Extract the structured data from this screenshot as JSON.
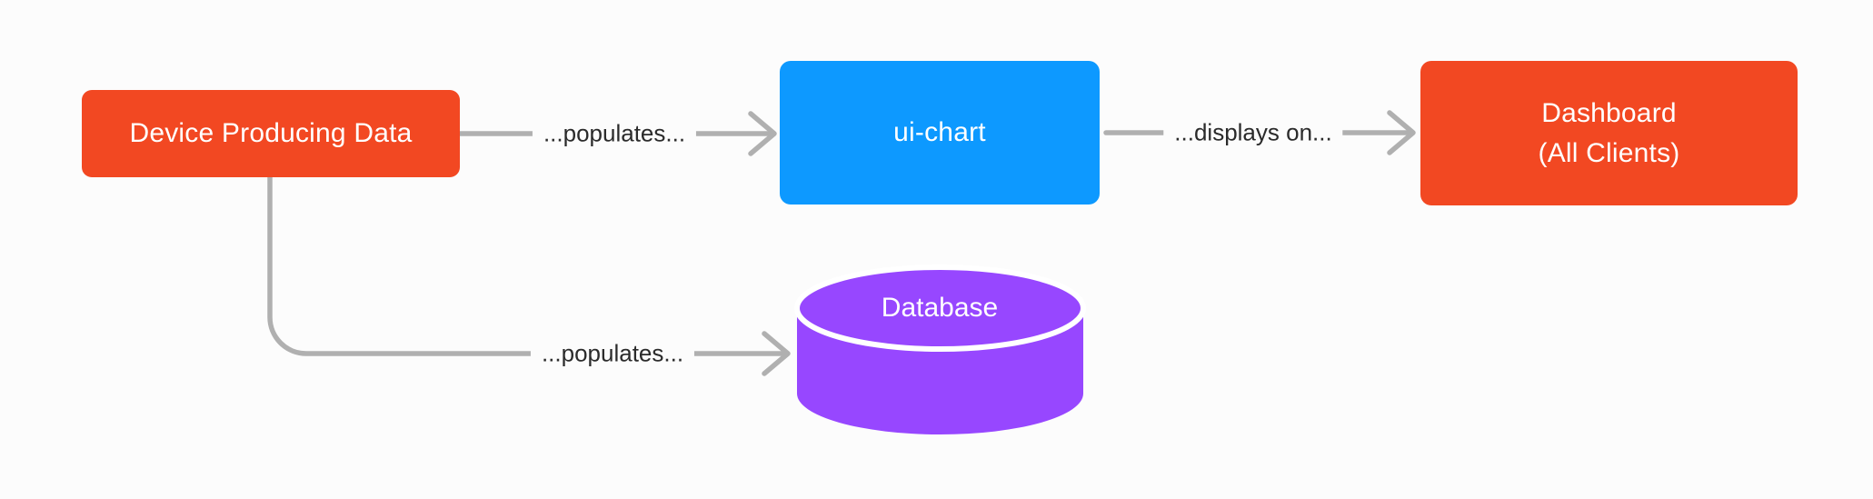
{
  "canvas": {
    "background": "#FCFCFC"
  },
  "nodes": [
    {
      "id": "device",
      "shape": "rounded-rect",
      "label": "Device Producing Data",
      "fill": "#F24822",
      "text_color": "#FFFFFF"
    },
    {
      "id": "ui-chart",
      "shape": "rounded-rect",
      "label": "ui-chart",
      "fill": "#0D99FF",
      "text_color": "#FFFFFF"
    },
    {
      "id": "dashboard",
      "shape": "rounded-rect",
      "lines": [
        "Dashboard",
        "(All Clients)"
      ],
      "fill": "#F24822",
      "text_color": "#FFFFFF"
    },
    {
      "id": "database",
      "shape": "cylinder",
      "label": "Database",
      "fill": "#9747FF",
      "text_color": "#FFFFFF"
    }
  ],
  "edges": [
    {
      "from": "device",
      "to": "ui-chart",
      "label": "...populates..."
    },
    {
      "from": "ui-chart",
      "to": "dashboard",
      "label": "...displays on..."
    },
    {
      "from": "device",
      "to": "database",
      "label": "...populates..."
    }
  ],
  "colors": {
    "connector": "#B0B0B0",
    "edge_label_text": "#2B2B2B"
  }
}
